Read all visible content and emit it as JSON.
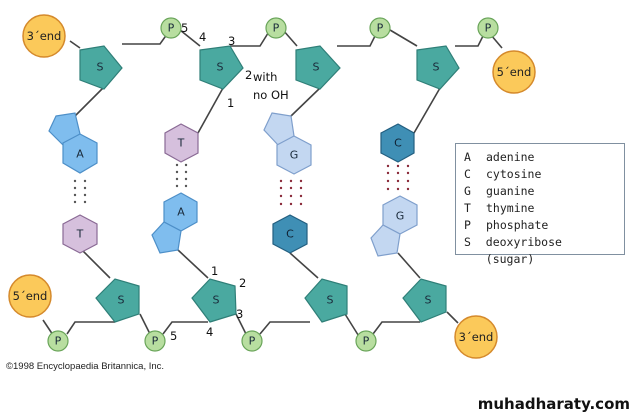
{
  "diagram": {
    "title": "DNA double strand structure",
    "top_strand": {
      "left_end": "3´end",
      "right_end": "5´end",
      "sugars": [
        "S",
        "S",
        "S",
        "S"
      ],
      "phosphates": [
        "P",
        "P",
        "P",
        "P"
      ],
      "bases": [
        "A",
        "T",
        "G",
        "C"
      ]
    },
    "bottom_strand": {
      "left_end": "5´end",
      "right_end": "3´end",
      "sugars": [
        "S",
        "S",
        "S",
        "S"
      ],
      "phosphates": [
        "P",
        "P",
        "P",
        "P"
      ],
      "bases": [
        "T",
        "A",
        "C",
        "G"
      ]
    },
    "base_pairs": [
      {
        "top": "A",
        "bottom": "T",
        "hydrogen_bonds": 2
      },
      {
        "top": "T",
        "bottom": "A",
        "hydrogen_bonds": 2
      },
      {
        "top": "G",
        "bottom": "C",
        "hydrogen_bonds": 3
      },
      {
        "top": "C",
        "bottom": "G",
        "hydrogen_bonds": 3
      }
    ],
    "top_carbon_numbers": {
      "c5": "5",
      "c4": "4",
      "c3": "3",
      "c2": "2",
      "c1": "1"
    },
    "top_annotation": [
      "with",
      "no OH"
    ],
    "bottom_carbon_numbers": {
      "c1": "1",
      "c2": "2",
      "c3": "3",
      "c4": "4",
      "c5": "5"
    }
  },
  "legend": {
    "items": [
      {
        "key": "A",
        "label": "adenine"
      },
      {
        "key": "C",
        "label": "cytosine"
      },
      {
        "key": "G",
        "label": "guanine"
      },
      {
        "key": "T",
        "label": "thymine"
      },
      {
        "key": "P",
        "label": "phosphate"
      },
      {
        "key": "S",
        "label": "deoxyribose (sugar)"
      }
    ]
  },
  "colors": {
    "sugar": "#4aa9a0",
    "phosphate": "#b8dea0",
    "end_cap": "#fbc95a",
    "adenine": "#7fbdee",
    "guanine": "#c3d7f1",
    "thymine": "#d6c0dd",
    "cytosine": "#3f8fb5"
  },
  "copyright": "©1998 Encyclopaedia Britannica, Inc.",
  "watermark": "muhadharaty.com"
}
